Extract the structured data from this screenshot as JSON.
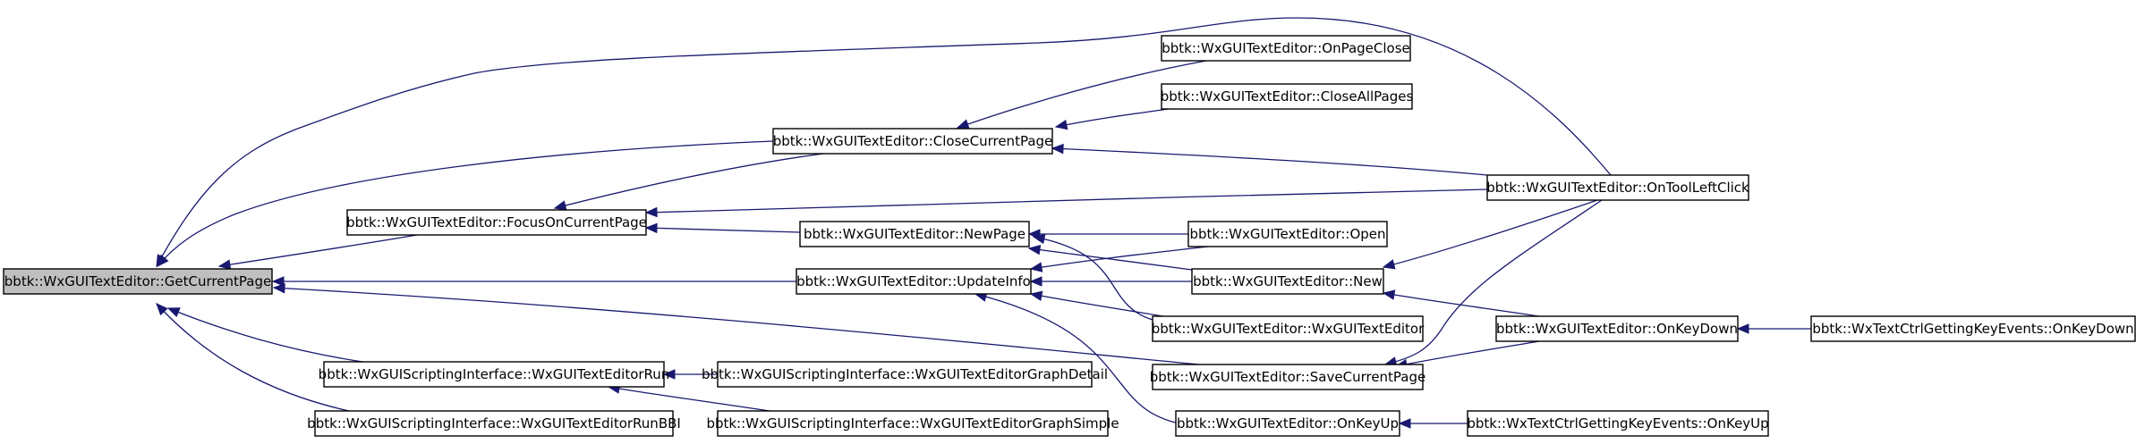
{
  "nodes": [
    {
      "id": "n0",
      "label": "bbtk::WxGUITextEditor::GetCurrentPage",
      "root": true
    },
    {
      "id": "n1",
      "label": "bbtk::WxGUITextEditor::FocusOnCurrentPage"
    },
    {
      "id": "n2",
      "label": "bbtk::WxGUITextEditor::CloseCurrentPage"
    },
    {
      "id": "n3",
      "label": "bbtk::WxGUITextEditor::OnPageClose"
    },
    {
      "id": "n4",
      "label": "bbtk::WxGUITextEditor::CloseAllPages"
    },
    {
      "id": "n5",
      "label": "bbtk::WxGUITextEditor::OnToolLeftClick"
    },
    {
      "id": "n6",
      "label": "bbtk::WxGUITextEditor::NewPage"
    },
    {
      "id": "n7",
      "label": "bbtk::WxGUITextEditor::Open"
    },
    {
      "id": "n8",
      "label": "bbtk::WxGUITextEditor::UpdateInfo"
    },
    {
      "id": "n9",
      "label": "bbtk::WxGUITextEditor::New"
    },
    {
      "id": "n10",
      "label": "bbtk::WxGUITextEditor::WxGUITextEditor"
    },
    {
      "id": "n11",
      "label": "bbtk::WxGUITextEditor::OnKeyDown"
    },
    {
      "id": "n12",
      "label": "bbtk::WxTextCtrlGettingKeyEvents::OnKeyDown"
    },
    {
      "id": "n13",
      "label": "bbtk::WxGUIScriptingInterface::WxGUITextEditorRun"
    },
    {
      "id": "n14",
      "label": "bbtk::WxGUIScriptingInterface::WxGUITextEditorGraphDetail"
    },
    {
      "id": "n15",
      "label": "bbtk::WxGUITextEditor::SaveCurrentPage"
    },
    {
      "id": "n16",
      "label": "bbtk::WxGUIScriptingInterface::WxGUITextEditorRunBBI"
    },
    {
      "id": "n17",
      "label": "bbtk::WxGUIScriptingInterface::WxGUITextEditorGraphSimple"
    },
    {
      "id": "n18",
      "label": "bbtk::WxGUITextEditor::OnKeyUp"
    },
    {
      "id": "n19",
      "label": "bbtk::WxTextCtrlGettingKeyEvents::OnKeyUp"
    }
  ],
  "edges": [
    {
      "from": "n1",
      "to": "n0"
    },
    {
      "from": "n2",
      "to": "n0"
    },
    {
      "from": "n5",
      "to": "n0"
    },
    {
      "from": "n8",
      "to": "n0"
    },
    {
      "from": "n13",
      "to": "n0"
    },
    {
      "from": "n15",
      "to": "n0"
    },
    {
      "from": "n16",
      "to": "n0"
    },
    {
      "from": "n2",
      "to": "n1"
    },
    {
      "from": "n5",
      "to": "n1"
    },
    {
      "from": "n6",
      "to": "n1"
    },
    {
      "from": "n3",
      "to": "n2"
    },
    {
      "from": "n4",
      "to": "n2"
    },
    {
      "from": "n5",
      "to": "n2"
    },
    {
      "from": "n7",
      "to": "n6"
    },
    {
      "from": "n9",
      "to": "n6"
    },
    {
      "from": "n10",
      "to": "n6"
    },
    {
      "from": "n7",
      "to": "n8"
    },
    {
      "from": "n9",
      "to": "n8"
    },
    {
      "from": "n10",
      "to": "n8"
    },
    {
      "from": "n18",
      "to": "n8"
    },
    {
      "from": "n5",
      "to": "n9"
    },
    {
      "from": "n11",
      "to": "n9"
    },
    {
      "from": "n12",
      "to": "n11"
    },
    {
      "from": "n5",
      "to": "n15"
    },
    {
      "from": "n11",
      "to": "n15"
    },
    {
      "from": "n14",
      "to": "n13"
    },
    {
      "from": "n17",
      "to": "n13"
    },
    {
      "from": "n19",
      "to": "n18"
    }
  ]
}
